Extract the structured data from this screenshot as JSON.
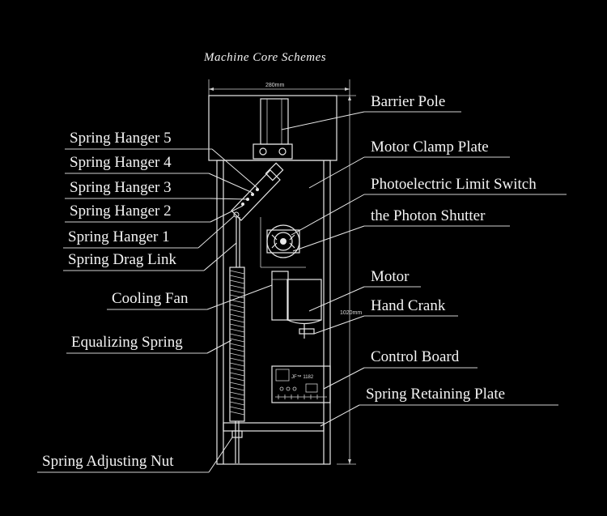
{
  "title": "Machine Core Schemes",
  "dimensions": {
    "width": "280mm",
    "height": "1020mm"
  },
  "board_text": "JF™ 1182",
  "labels": {
    "barrier_pole": "Barrier Pole",
    "motor_clamp_plate": "Motor Clamp Plate",
    "photoelectric_limit_switch": "Photoelectric Limit Switch",
    "photon_shutter": "the Photon Shutter",
    "motor": "Motor",
    "hand_crank": "Hand Crank",
    "control_board": "Control Board",
    "spring_retaining_plate": "Spring Retaining Plate",
    "spring_hanger_5": "Spring Hanger 5",
    "spring_hanger_4": "Spring Hanger 4",
    "spring_hanger_3": "Spring Hanger 3",
    "spring_hanger_2": "Spring Hanger 2",
    "spring_hanger_1": "Spring Hanger 1",
    "spring_drag_link": "Spring Drag Link",
    "cooling_fan": "Cooling Fan",
    "equalizing_spring": "Equalizing Spring",
    "spring_adjusting_nut": "Spring Adjusting Nut"
  }
}
